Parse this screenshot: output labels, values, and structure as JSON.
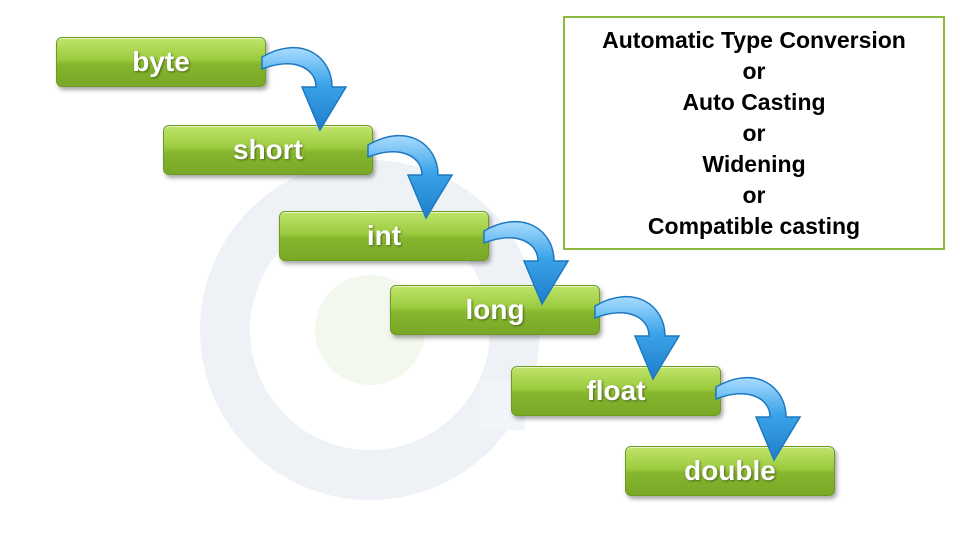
{
  "diagram": {
    "type_sequence": [
      {
        "label": "byte"
      },
      {
        "label": "short"
      },
      {
        "label": "int"
      },
      {
        "label": "long"
      },
      {
        "label": "float"
      },
      {
        "label": "double"
      }
    ],
    "info_lines": [
      "Automatic Type Conversion",
      "or",
      "Auto Casting",
      "or",
      "Widening",
      "or",
      "Compatible casting"
    ]
  },
  "colors": {
    "box_green": "#9ccb3f",
    "box_border": "#6e9a22",
    "arrow_blue": "#3aa3e8",
    "info_border": "#8cba3c",
    "box_text": "#ffffff"
  },
  "icons": {
    "arrow": "curved-down-arrow-icon",
    "watermark": "logo-watermark-icon"
  }
}
